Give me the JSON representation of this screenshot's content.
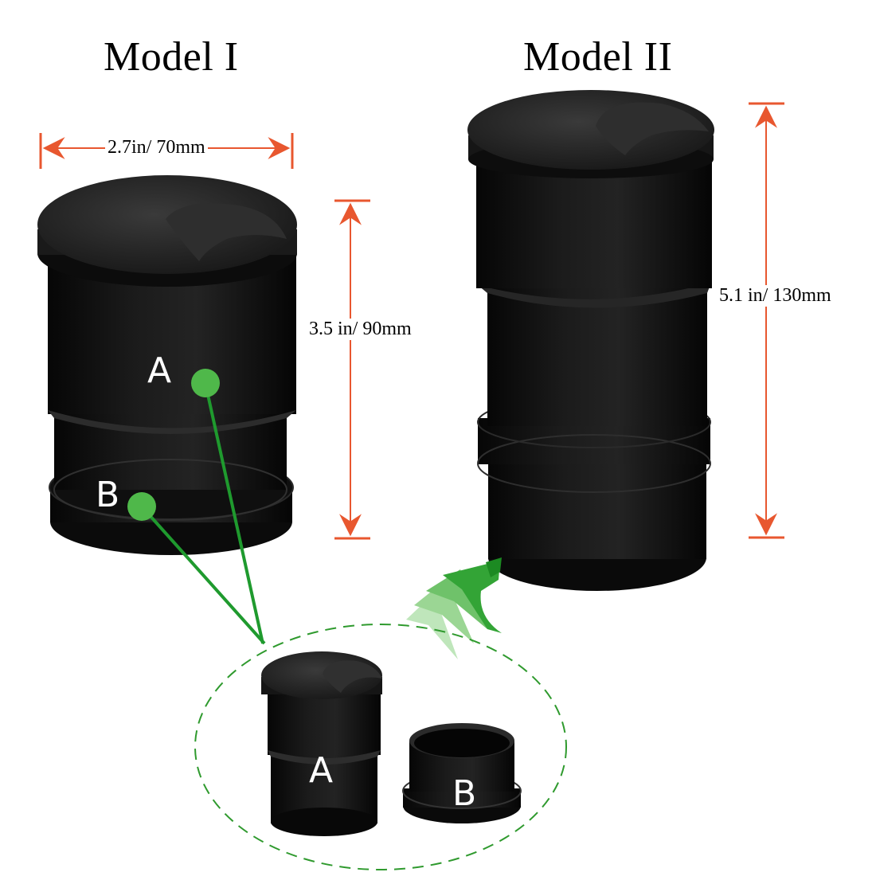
{
  "model_1": {
    "title": "Model I",
    "width_label": "2.7in/ 70mm",
    "height_label": "3.5 in/ 90mm",
    "part_a": "A",
    "part_b": "B"
  },
  "model_2": {
    "title": "Model II",
    "height_label": "5.1 in/ 130mm"
  },
  "detail": {
    "part_a": "A",
    "part_b": "B"
  },
  "colors": {
    "dimension_arrow": "#e8572f",
    "pointer": "#1f9a2e",
    "marker_dot": "#4fb84a",
    "dashed_ellipse": "#2f9a2e",
    "body": "#141414"
  }
}
